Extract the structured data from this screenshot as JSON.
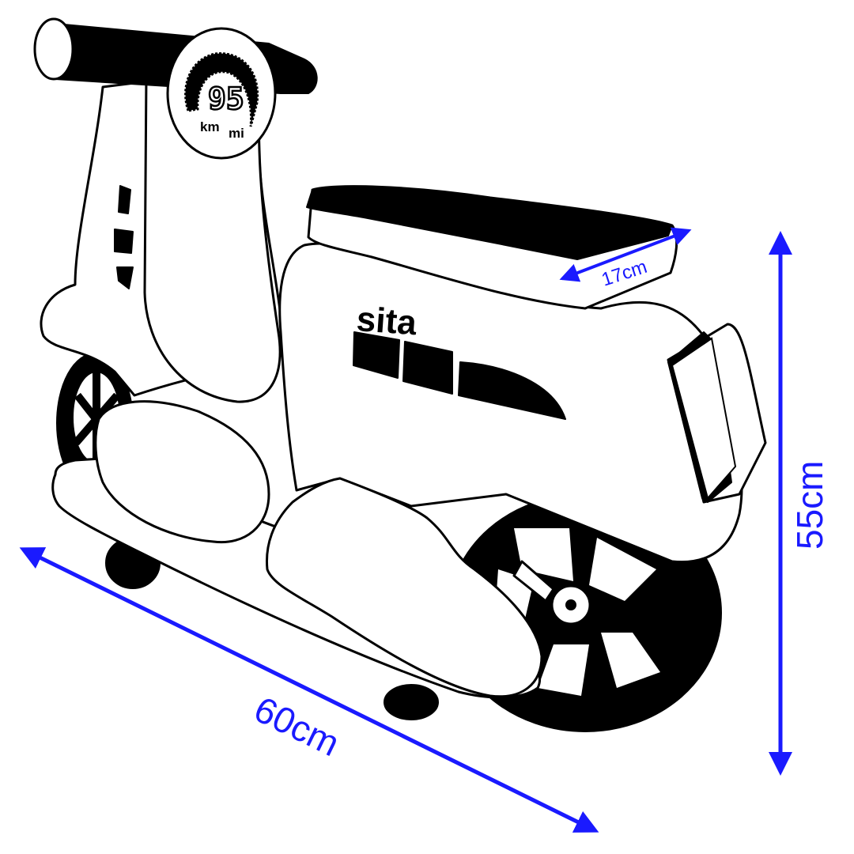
{
  "product": {
    "brand_label": "sita",
    "speedometer": {
      "reading": "95",
      "unit_km": "km",
      "unit_mi": "mi"
    }
  },
  "dimensions": {
    "length": "60cm",
    "height": "55cm",
    "seat_width": "17cm"
  },
  "colors": {
    "dimension": "#1a1aff",
    "outline": "#000000",
    "fill": "#ffffff"
  },
  "icons": {
    "dimension_markers": "double-headed-arrow-icon"
  }
}
